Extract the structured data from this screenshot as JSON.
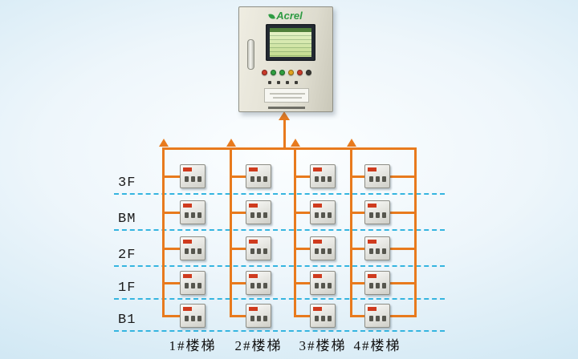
{
  "cabinet": {
    "brand": "Acrel",
    "buttons": [
      "#c93a2a",
      "#2f9e3f",
      "#2f9e3f",
      "#e0a21e",
      "#c93a2a",
      "#3b3b36"
    ]
  },
  "floors": [
    {
      "label": "3F"
    },
    {
      "label": "BM"
    },
    {
      "label": "2F"
    },
    {
      "label": "1F"
    },
    {
      "label": "B1"
    }
  ],
  "stairs": [
    {
      "label": "1#楼梯"
    },
    {
      "label": "2#楼梯"
    },
    {
      "label": "3#楼梯"
    },
    {
      "label": "4#楼梯"
    }
  ],
  "colors": {
    "bus_orange": "#e87a1d",
    "floor_dash_blue": "#35b5e0",
    "brand_green": "#2e9b43"
  },
  "grid": {
    "rows": 5,
    "cols": 4
  }
}
